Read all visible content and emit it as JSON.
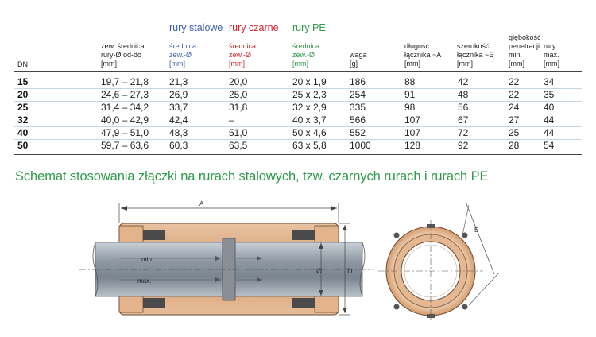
{
  "groups": {
    "steel": "rury stalowe",
    "black": "rury czarne",
    "pe": "rury PE"
  },
  "headers": {
    "dn": "DN",
    "outer_range": [
      "zew. średnica",
      "rury-Ø od-do",
      "[mm]"
    ],
    "steel_dia": [
      "średnica",
      "zew.-Ø",
      "[mm]"
    ],
    "black_dia": [
      "średnica",
      "zew.-Ø",
      "[mm]"
    ],
    "pe_dia": [
      "średnica",
      "zew.-Ø",
      "[mm]"
    ],
    "weight": [
      "waga",
      "[g]"
    ],
    "length": [
      "długość",
      "łącznika ~A",
      "[mm]"
    ],
    "width": [
      "szerokość",
      "łącznika ~E",
      "[mm]"
    ],
    "depth_top": [
      "głębokość",
      "penetracji"
    ],
    "depth_min": [
      "min.",
      "[mm]"
    ],
    "depth_max": [
      "rury",
      "max.",
      "[mm]"
    ]
  },
  "rows": [
    {
      "dn": "15",
      "range": "19,7 – 21,8",
      "steel": "21,3",
      "black": "20,0",
      "pe": "20 x 1,9",
      "weight": "186",
      "length": "88",
      "width": "42",
      "min": "22",
      "max": "34"
    },
    {
      "dn": "20",
      "range": "24,6 – 27,3",
      "steel": "26,9",
      "black": "25,0",
      "pe": "25 x 2,3",
      "weight": "254",
      "length": "91",
      "width": "48",
      "min": "22",
      "max": "35"
    },
    {
      "dn": "25",
      "range": "31,4 – 34,2",
      "steel": "33,7",
      "black": "31,8",
      "pe": "32 x 2,9",
      "weight": "335",
      "length": "98",
      "width": "56",
      "min": "24",
      "max": "40"
    },
    {
      "dn": "32",
      "range": "40,0 – 42,9",
      "steel": "42,4",
      "black": "–",
      "pe": "40 x 3,7",
      "weight": "566",
      "length": "107",
      "width": "67",
      "min": "27",
      "max": "44"
    },
    {
      "dn": "40",
      "range": "47,9 – 51,0",
      "steel": "48,3",
      "black": "51,0",
      "pe": "50 x 4,6",
      "weight": "552",
      "length": "107",
      "width": "72",
      "min": "25",
      "max": "44"
    },
    {
      "dn": "50",
      "range": "59,7 – 63,6",
      "steel": "60,3",
      "black": "63,5",
      "pe": "63 x 5,8",
      "weight": "1000",
      "length": "128",
      "width": "92",
      "min": "28",
      "max": "54"
    }
  ],
  "schema_title": "Schemat stosowania złączki na rurach stalowych, tzw. czarnych rurach i rurach PE",
  "drawing": {
    "label_a": "A",
    "label_min": "min.",
    "label_max": "max.",
    "label_phi": "Ø",
    "label_d": "D",
    "label_e": "E"
  },
  "colors": {
    "steel": "#3a5fa8",
    "black": "#d2232a",
    "pe": "#2e9b4a",
    "fitting_copper": "#d9a77e",
    "pipe_gray": "#9aa3ad"
  }
}
